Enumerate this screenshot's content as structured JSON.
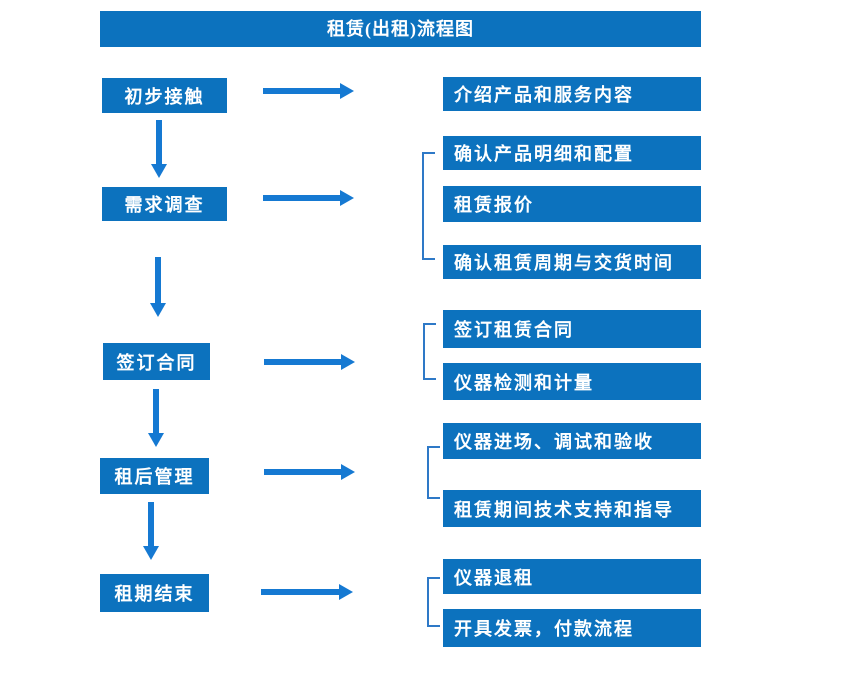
{
  "title": "租赁(出租)流程图",
  "colors": {
    "box_blue": "#0c72be",
    "arrow_blue": "#1579d2",
    "bracket_blue": "#2e79c7",
    "background": "#ffffff",
    "text": "#ffffff"
  },
  "steps": [
    {
      "label": "初步接触",
      "details": [
        "介绍产品和服务内容"
      ]
    },
    {
      "label": "需求调查",
      "details": [
        "确认产品明细和配置",
        "租赁报价",
        "确认租赁周期与交货时间"
      ]
    },
    {
      "label": "签订合同",
      "details": [
        "签订租赁合同",
        "仪器检测和计量"
      ]
    },
    {
      "label": "租后管理",
      "details": [
        "仪器进场、调试和验收",
        "租赁期间技术支持和指导"
      ]
    },
    {
      "label": "租期结束",
      "details": [
        "仪器退租",
        "开具发票，付款流程"
      ]
    }
  ]
}
